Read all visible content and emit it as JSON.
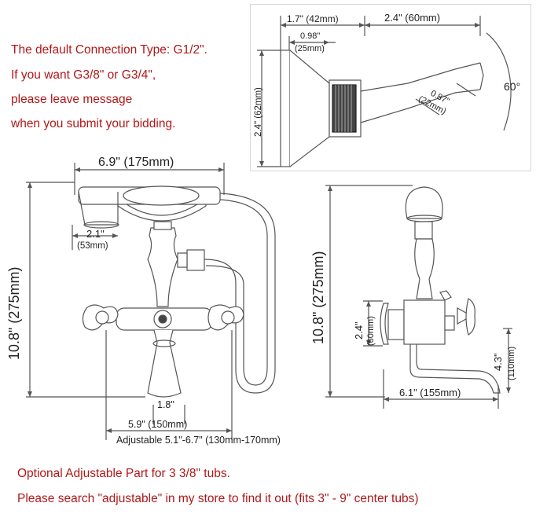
{
  "notes": {
    "connection_line1": "The default Connection Type: G1/2\".",
    "connection_line2": "If you want G3/8\" or G3/4\",",
    "connection_line3": "please leave message",
    "connection_line4": "when you submit your bidding.",
    "optional_line1": "Optional Adjustable Part for 3 3/8\" tubs.",
    "optional_line2": "Please search \"adjustable\" in my store to find it out (fits 3\" - 9\" center tubs)"
  },
  "inset": {
    "dim_width_total": "1.7\" (42mm)",
    "dim_arm_length": "2.4\" (60mm)",
    "dim_collar_in": "0.98\"",
    "dim_collar_mm": "(25mm)",
    "dim_height_in": "2.4\" (62mm)",
    "dim_outlet_in": "0.87\"",
    "dim_outlet_mm": "(22mm)",
    "angle": "60°"
  },
  "front": {
    "dim_handset_width": "6.9\" (175mm)",
    "dim_handset_head_in": "2.1\"",
    "dim_handset_head_mm": "(53mm)",
    "dim_height": "10.8\" (275mm)",
    "dim_spout": "1.8\"",
    "dim_centers": "5.9\" (150mm)",
    "dim_adjustable": "Adjustable 5.1\"-6.7\" (130mm-170mm)"
  },
  "side": {
    "dim_height": "10.8\" (275mm)",
    "dim_flange_in": "2.4\"",
    "dim_flange_mm": "(60mm)",
    "dim_spout_drop_in": "4.3\"",
    "dim_spout_drop_mm": "(110mm)",
    "dim_spout_reach": "6.1\" (155mm)"
  },
  "colors": {
    "note_text": "#b01818",
    "line_art": "#555555"
  }
}
